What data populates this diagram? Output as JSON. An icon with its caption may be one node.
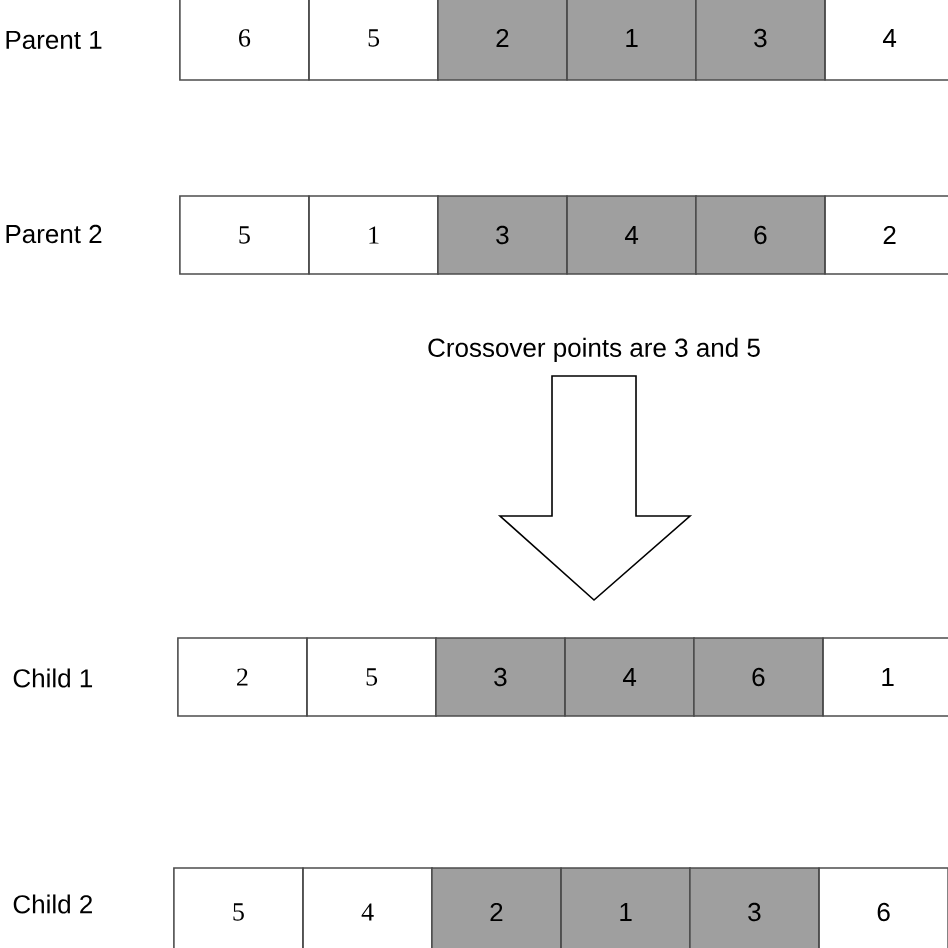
{
  "diagram": {
    "nodes": [
      {
        "text": [
          "6"
        ]
      },
      {
        "text": [
          "5"
        ]
      },
      {
        "text": [
          "2"
        ]
      },
      {
        "text": [
          "1"
        ]
      },
      {
        "text": [
          "3"
        ]
      },
      {
        "text": [
          "4"
        ]
      },
      {
        "text": [
          "5"
        ]
      },
      {
        "text": [
          "1"
        ]
      },
      {
        "text": [
          "3"
        ]
      },
      {
        "text": [
          "4"
        ]
      },
      {
        "text": [
          "6"
        ]
      },
      {
        "text": [
          "2"
        ]
      },
      {
        "text": [
          "2"
        ]
      },
      {
        "text": [
          "5"
        ]
      },
      {
        "text": [
          "3"
        ]
      },
      {
        "text": [
          "4"
        ]
      },
      {
        "text": [
          "6"
        ]
      },
      {
        "text": [
          "1"
        ]
      },
      {
        "text": [
          "5"
        ]
      },
      {
        "text": [
          "4"
        ]
      },
      {
        "text": [
          "2"
        ]
      },
      {
        "text": [
          "1"
        ]
      },
      {
        "text": [
          "3"
        ]
      },
      {
        "text": [
          "6"
        ]
      }
    ],
    "labels": [
      "Parent 1",
      "Parent 2",
      "Crossover points are 3 and 5",
      "Child 1",
      "Child 2"
    ]
  }
}
